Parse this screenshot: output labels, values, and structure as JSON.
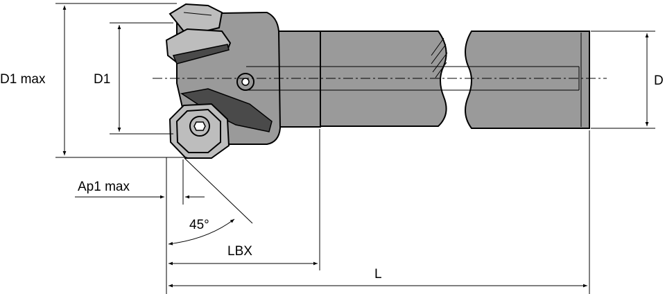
{
  "labels": {
    "d1max": "D1 max",
    "d1": "D1",
    "d": "D",
    "ap1max": "Ap1 max",
    "angle": "45°",
    "lbx": "LBX",
    "l": "L"
  },
  "colors": {
    "body": "#9a9a9a",
    "insert": "#bdbdbd",
    "line": "#000000"
  }
}
